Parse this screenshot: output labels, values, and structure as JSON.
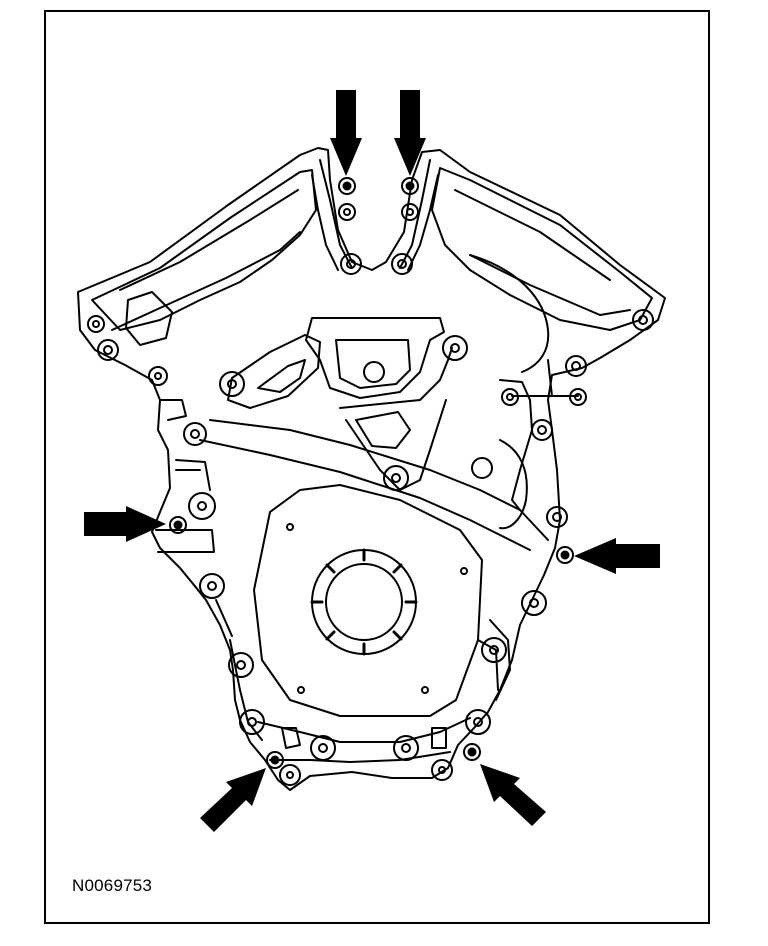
{
  "figure": {
    "id_label": "N0069753",
    "line_color": "#000000",
    "background_color": "#ffffff"
  },
  "illustration": {
    "subject_icon": "engine-front-cover-icon",
    "callouts": [
      {
        "name": "arrow-callout-top-left",
        "icon": "arrow-down-icon",
        "points_to": "bolt-top-left"
      },
      {
        "name": "arrow-callout-top-right",
        "icon": "arrow-down-icon",
        "points_to": "bolt-top-right"
      },
      {
        "name": "arrow-callout-left",
        "icon": "arrow-right-icon",
        "points_to": "bolt-left"
      },
      {
        "name": "arrow-callout-right",
        "icon": "arrow-left-icon",
        "points_to": "bolt-right"
      },
      {
        "name": "arrow-callout-bottom-left",
        "icon": "arrow-up-right-icon",
        "points_to": "bolt-bottom-left"
      },
      {
        "name": "arrow-callout-bottom-right",
        "icon": "arrow-up-left-icon",
        "points_to": "bolt-bottom-right"
      }
    ]
  }
}
